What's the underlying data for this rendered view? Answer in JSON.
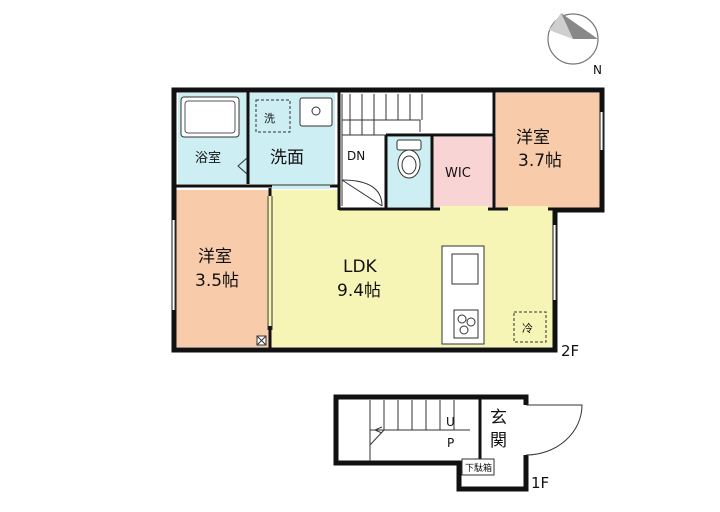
{
  "compass": {
    "north_label": "N"
  },
  "floors": [
    {
      "id": "2f",
      "label": "2F"
    },
    {
      "id": "1f",
      "label": "1F"
    }
  ],
  "rooms": {
    "bath": {
      "name": "浴室"
    },
    "washroom": {
      "name": "洗面",
      "washer_mark": "洗"
    },
    "stairs_top": {
      "direction": "DN"
    },
    "wic": {
      "name": "WIC"
    },
    "western_room_1": {
      "name": "洋室",
      "size": "3.7帖"
    },
    "western_room_2": {
      "name": "洋室",
      "size": "3.5帖"
    },
    "ldk": {
      "name": "LDK",
      "size": "9.4帖",
      "fridge_mark": "冷"
    },
    "stairs_bottom": {
      "direction_1": "U",
      "direction_2": "P"
    },
    "entrance": {
      "char_1": "玄",
      "char_2": "関",
      "shoe_box": "下駄箱"
    }
  },
  "colors": {
    "bath": "#cdeef2",
    "washroom": "#cdeef2",
    "toilet": "#cdeef2",
    "wic": "#f9d4d4",
    "western": "#f8ccab",
    "ldk": "#f6f5b6",
    "wall": "#111111"
  }
}
